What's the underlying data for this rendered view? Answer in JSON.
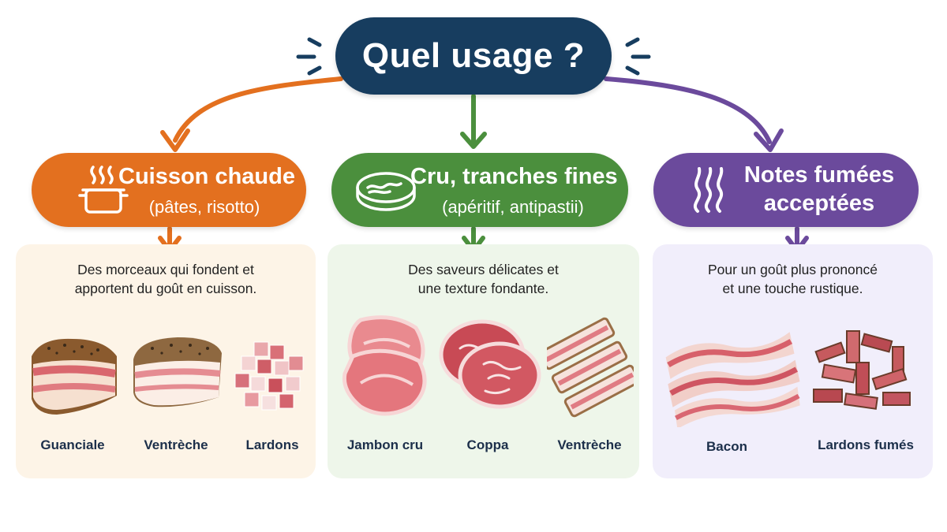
{
  "title": "Quel usage ?",
  "colors": {
    "navy": "#173d5f",
    "orange": "#e3701f",
    "green": "#4b8f3d",
    "purple": "#6b4a9c"
  },
  "branches": [
    {
      "title": "Cuisson chaude",
      "subtitle": "(pâtes, risotto)",
      "icon": "cooking-pot-icon",
      "description": "Des morceaux qui fondent et\napportent du goût en cuisson.",
      "items": [
        "Guanciale",
        "Ventrèche",
        "Lardons"
      ]
    },
    {
      "title": "Cru, tranches fines",
      "subtitle": "(apéritif, antipastii)",
      "icon": "meat-slice-icon",
      "description": "Des saveurs délicates et\nune texture fondante.",
      "items": [
        "Jambon cru",
        "Coppa",
        "Ventrèche"
      ]
    },
    {
      "title": "Notes fumées\nacceptées",
      "title_line1": "Notes fumées",
      "title_line2": "acceptées",
      "icon": "smoke-icon",
      "description": "Pour un goût plus prononcé\net une touche rustique.",
      "items": [
        "Bacon",
        "Lardons fumés"
      ]
    }
  ]
}
